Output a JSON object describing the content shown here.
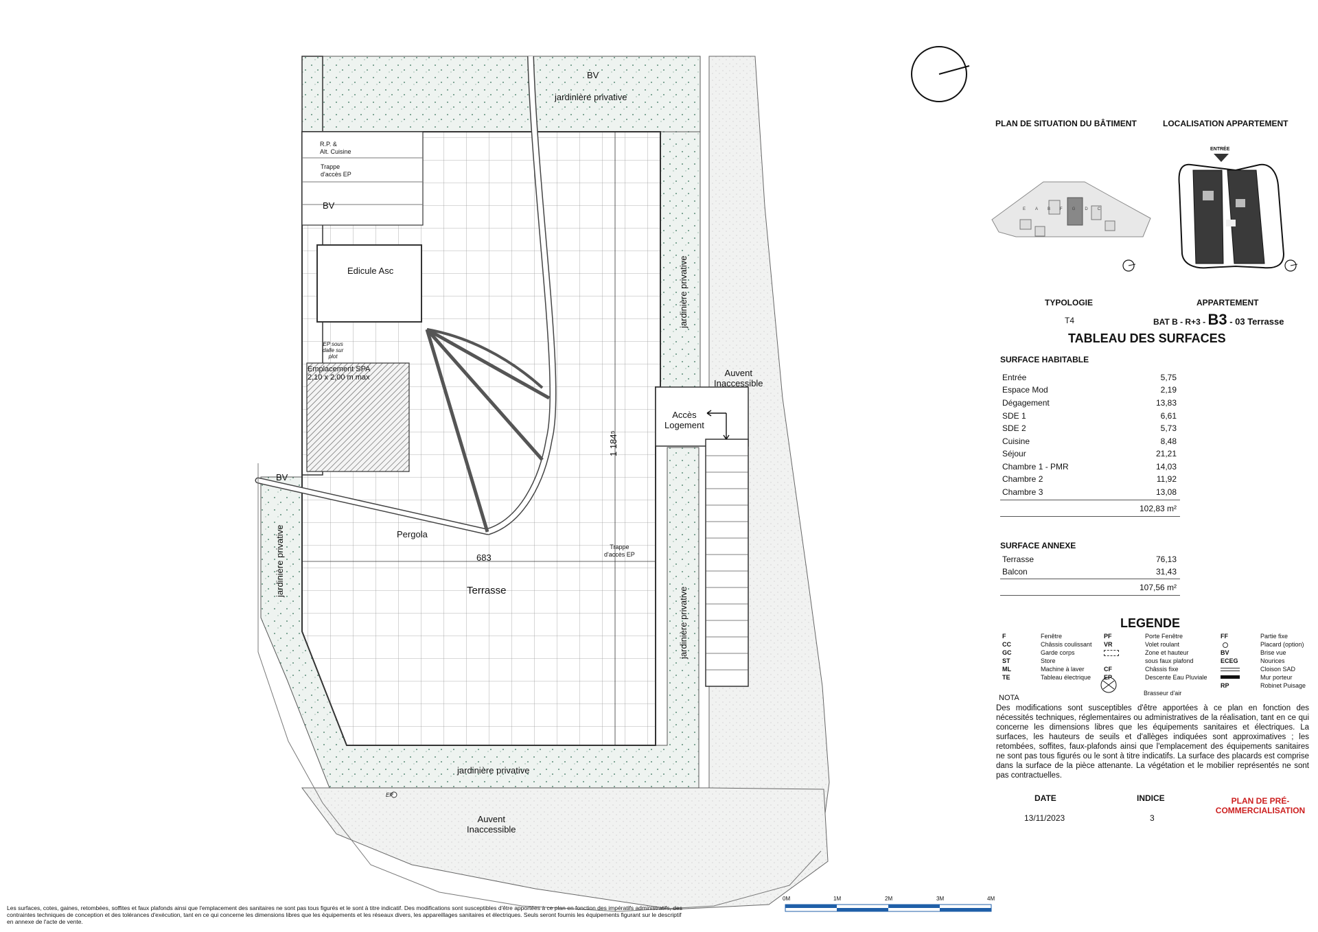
{
  "plan": {
    "labels": {
      "bv_top": "BV",
      "jardiniere_top": "jardinière privative",
      "rp_cuisine": "R.P. &\nAlt. Cuisine",
      "trappe_ep_top": "Trappe\nd'accès EP",
      "bv_left": "BV",
      "edicule": "Edicule Asc",
      "ep_sous_dalle": "EP sous\ndalle sur\nplot",
      "spa": "Emplacement SPA\n2,10 x 2,00 m max",
      "jardiniere_right_top": "jardinière privative",
      "auvent_right": "Auvent\nInaccessible",
      "acces_logement": "Accès\nLogement",
      "dim_vertical": "1 184⁵",
      "bv_lower_left": "BV",
      "jardiniere_left": "jardinière privative",
      "pergola": "Pergola",
      "dim_683": "683",
      "trappe_ep_right": "Trappe\nd'accès EP",
      "terrasse": "Terrasse",
      "jardiniere_right_bottom": "jardinière privative",
      "jardiniere_bottom": "jardinière privative",
      "ep_circle": "EP",
      "auvent_bottom": "Auvent\nInaccessible"
    }
  },
  "headers": {
    "plan_situation": "PLAN DE SITUATION DU BÂTIMENT",
    "localisation": "LOCALISATION APPARTEMENT",
    "entree_marker": "ENTRÉE",
    "typologie_label": "TYPOLOGIE",
    "typologie_value": "T4",
    "appartement_label": "APPARTEMENT",
    "appartement_prefix": "BAT B - R+3 - ",
    "appartement_code": "B3",
    "appartement_suffix": " - 03 Terrasse"
  },
  "situation_map": {
    "building_letters": [
      "E",
      "A",
      "B",
      "F",
      "G",
      "D",
      "C"
    ]
  },
  "surfaces": {
    "title": "TABLEAU DES SURFACES",
    "habitable_title": "SURFACE HABITABLE",
    "habitable": [
      {
        "name": "Entrée",
        "value": "5,75"
      },
      {
        "name": "Espace Mod",
        "value": "2,19"
      },
      {
        "name": "Dégagement",
        "value": "13,83"
      },
      {
        "name": "SDE 1",
        "value": "6,61"
      },
      {
        "name": "SDE 2",
        "value": "5,73"
      },
      {
        "name": "Cuisine",
        "value": "8,48"
      },
      {
        "name": "Séjour",
        "value": "21,21"
      },
      {
        "name": "Chambre 1 - PMR",
        "value": "14,03"
      },
      {
        "name": "Chambre 2",
        "value": "11,92"
      },
      {
        "name": "Chambre 3",
        "value": "13,08"
      }
    ],
    "habitable_total": "102,83 m²",
    "annexe_title": "SURFACE ANNEXE",
    "annexe": [
      {
        "name": "Terrasse",
        "value": "76,13"
      },
      {
        "name": "Balcon",
        "value": "31,43"
      }
    ],
    "annexe_total": "107,56 m²"
  },
  "legend": {
    "title": "LEGENDE",
    "col1": [
      {
        "code": "F",
        "text": "Fenêtre"
      },
      {
        "code": "CC",
        "text": "Châssis coulissant"
      },
      {
        "code": "GC",
        "text": "Garde corps"
      },
      {
        "code": "ST",
        "text": "Store"
      },
      {
        "code": "ML",
        "text": "Machine à laver"
      },
      {
        "code": "TE",
        "text": "Tableau électrique"
      }
    ],
    "col2": [
      {
        "code": "PF",
        "text": "Porte Fenêtre"
      },
      {
        "code": "VR",
        "text": "Volet roulant"
      },
      {
        "code": "",
        "text": "Zone et hauteur"
      },
      {
        "code": "",
        "text": "sous faux plafond"
      },
      {
        "code": "CF",
        "text": "Châssis fixe"
      },
      {
        "code": "EP",
        "text": "Descente Eau Pluviale"
      }
    ],
    "col3": [
      {
        "code": "FF",
        "text": "Partie fixe"
      },
      {
        "code": "",
        "text": "Placard (option)"
      },
      {
        "code": "BV",
        "text": "Brise vue"
      },
      {
        "code": "ECEG",
        "text": "Nourices"
      },
      {
        "code": "",
        "text": "Cloison SAD"
      },
      {
        "code": "",
        "text": "Mur porteur"
      },
      {
        "code": "RP",
        "text": "Robinet Puisage"
      }
    ],
    "brasseur": "Brasseur d'air"
  },
  "nota": {
    "title": "NOTA",
    "text": "Des modifications sont susceptibles d'être apportées à ce plan en fonction des nécessités techniques, réglementaires ou administratives de la réalisation, tant en ce qui concerne les dimensions libres que les équipements sanitaires et électriques. La surfaces, les hauteurs de seuils et d'allèges indiquées sont approximatives ; les retombées, soffites, faux-plafonds ainsi que l'emplacement des équipements sanitaires ne sont pas tous figurés ou le sont à titre indicatifs. La surface des placards est comprise dans la surface de la pièce attenante. La végétation et le mobilier représentés ne sont pas contractuelles."
  },
  "meta": {
    "date_label": "DATE",
    "date_value": "13/11/2023",
    "indice_label": "INDICE",
    "indice_value": "3",
    "status": "PLAN DE PRÉ-\nCOMMERCIALISATION",
    "status_color": "#cc1f1f"
  },
  "scale": {
    "labels": [
      "0M",
      "1M",
      "2M",
      "3M",
      "4M"
    ],
    "color": "#1f5fa8"
  },
  "footer": {
    "text": "Les surfaces, cotes, gaines, retombées, soffites et faux plafonds ainsi que l'emplacement des sanitaires ne sont pas tous figurés et le sont à titre indicatif. Des modifications sont susceptibles d'être apportées à ce plan en fonction des impératifs administratifs, des contraintes techniques de conception et des tolérances d'exécution, tant en ce qui concerne les dimensions libres que les équipements et les réseaux divers, les appareillages sanitaires et électriques. Seuls seront fournis les équipements figurant sur le descriptif en annexe de l'acte de vente."
  }
}
